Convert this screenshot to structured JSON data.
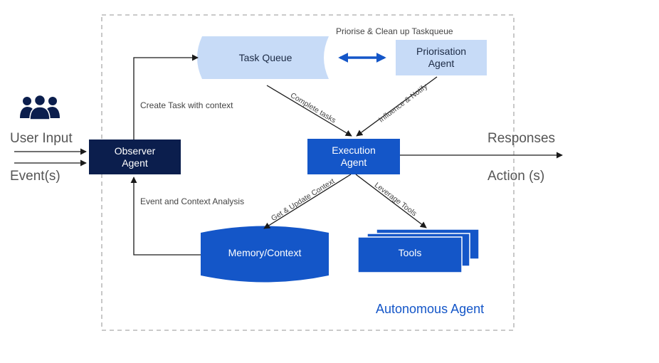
{
  "colors": {
    "light_node": "#c7dbf7",
    "blue_node": "#1456c8",
    "navy_node": "#0b1e4d",
    "arrow": "#1a1a1a",
    "bidir_arrow": "#1456c8",
    "boundary": "#aaaaaa",
    "label_text": "#555555"
  },
  "icons": {
    "users": "people-group-icon"
  },
  "nodes": {
    "task_queue": "Task Queue",
    "priorisation_agent": "Priorisation\nAgent",
    "observer_agent": "Observer\nAgent",
    "execution_agent": "Execution\nAgent",
    "memory_context": "Memory/Context",
    "tools": "Tools"
  },
  "labels": {
    "user_input": "User Input",
    "events": "Event(s)",
    "responses": "Responses",
    "actions": "Action (s)",
    "boundary_title": "Autonomous Agent"
  },
  "edges": {
    "create_task": "Create Task with context",
    "priorise": "Priorise & Clean up Taskqueue",
    "complete_tasks": "Complete tasks",
    "influence_notify": "Influence & Notify",
    "event_context_analysis": "Event and Context Analysis",
    "get_update_context": "Get & Update Context",
    "leverage_tools": "Leverage Tools"
  }
}
